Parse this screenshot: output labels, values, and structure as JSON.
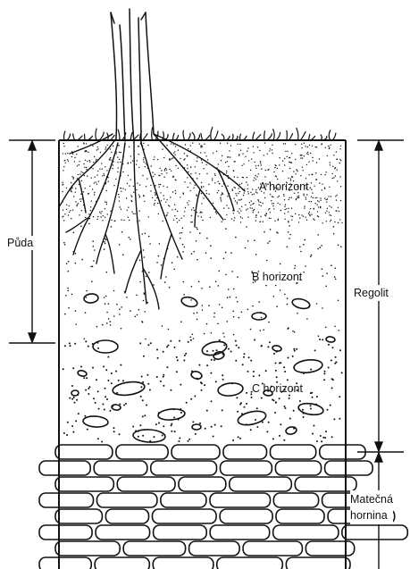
{
  "horizons": {
    "a": "A horizont",
    "b": "B horizont",
    "c": "C horizont"
  },
  "brackets": {
    "soil": "Půda",
    "regolith": "Regolit",
    "bedrock_line1": "Matečná",
    "bedrock_line2": "hornina"
  },
  "colors": {
    "ink": "#111111",
    "background": "#ffffff"
  }
}
